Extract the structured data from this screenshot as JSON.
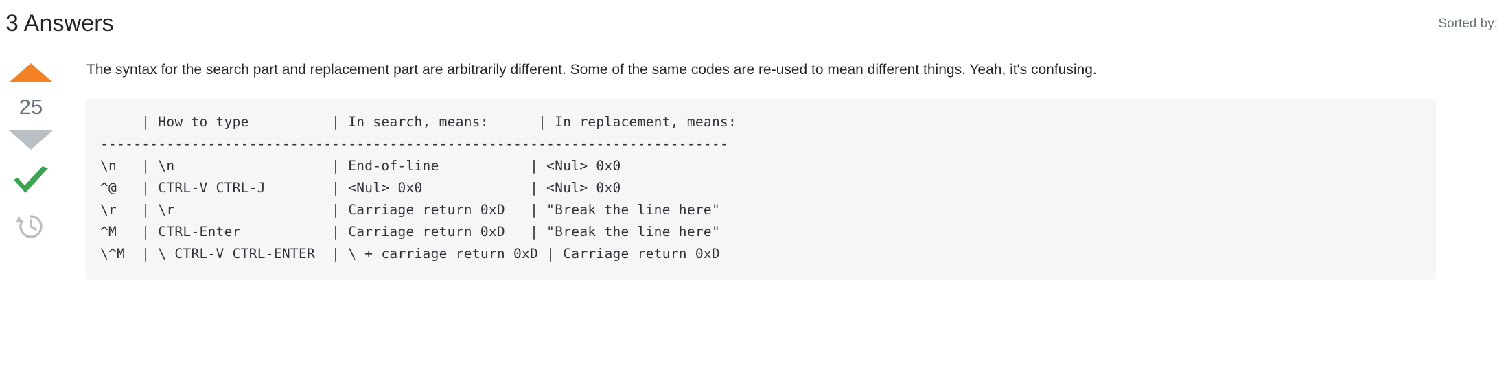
{
  "header": {
    "answers_title": "3 Answers",
    "sorted_by_label": "Sorted by:"
  },
  "answer": {
    "votes": {
      "count": "25",
      "upvote_icon": "triangle-up-icon",
      "downvote_icon": "triangle-down-icon",
      "accepted_icon": "checkmark-icon",
      "history_icon": "clock-history-icon",
      "upvote_color": "#f48225",
      "downvote_color": "#babfc4",
      "accepted_color": "#3ca353",
      "history_color": "#babfc4"
    },
    "body_paragraph": "The syntax for the search part and replacement part are arbitrarily different. Some of the same codes are re-used to mean different things. Yeah, it's confusing.",
    "code_block": {
      "background": "#f6f6f6",
      "text": "     | How to type          | In search, means:      | In replacement, means:\n----------------------------------------------------------------------------\n\\n   | \\n                   | End-of-line           | <Nul> 0x0\n^@   | CTRL-V CTRL-J        | <Nul> 0x0             | <Nul> 0x0\n\\r   | \\r                   | Carriage return 0xD   | \"Break the line here\"\n^M   | CTRL-Enter           | Carriage return 0xD   | \"Break the line here\"\n\\^M  | \\ CTRL-V CTRL-ENTER  | \\ + carriage return 0xD | Carriage return 0xD",
      "columns": [
        "",
        "How to type",
        "In search, means:",
        "In replacement, means:"
      ],
      "rows": [
        [
          "\\n",
          "\\n",
          "End-of-line",
          "<Nul> 0x0"
        ],
        [
          "^@",
          "CTRL-V CTRL-J",
          "<Nul> 0x0",
          "<Nul> 0x0"
        ],
        [
          "\\r",
          "\\r",
          "Carriage return 0xD",
          "\"Break the line here\""
        ],
        [
          "^M",
          "CTRL-Enter",
          "Carriage return 0xD",
          "\"Break the line here\""
        ],
        [
          "\\^M",
          "\\ CTRL-V CTRL-ENTER",
          "\\ + carriage return 0xD",
          "Carriage return 0xD"
        ]
      ]
    }
  }
}
